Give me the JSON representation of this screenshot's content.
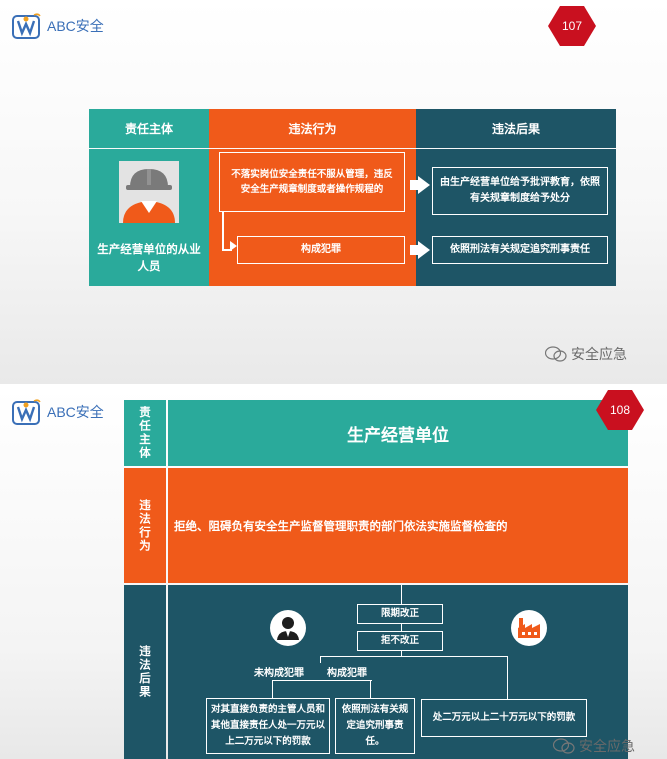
{
  "slide1": {
    "logo_text": "ABC安全",
    "page_number": "107",
    "table": {
      "headers": [
        "责任主体",
        "违法行为",
        "违法后果"
      ],
      "subject_label": "生产经营单位的从业人员",
      "acts": [
        "不落实岗位安全责任不服从管理，违反安全生产规章制度或者操作规程的",
        "构成犯罪"
      ],
      "consequences": [
        "由生产经营单位给予批评教育，依照有关规章制度给予处分",
        "依照刑法有关规定追究刑事责任"
      ]
    },
    "watermark": "安全应急",
    "colors": {
      "teal": "#2aaa9b",
      "orange": "#f05a1a",
      "dark_teal": "#1e5566"
    }
  },
  "slide2": {
    "logo_text": "ABC安全",
    "page_number": "108",
    "rows": [
      {
        "label": "责任主体",
        "content": "生产经营单位"
      },
      {
        "label": "违法行为",
        "content": "拒绝、阻碍负有安全生产监督管理职责的部门依法实施监督检查的"
      },
      {
        "label": "违法后果",
        "content": ""
      }
    ],
    "flow": {
      "step1": "限期改正",
      "step2": "拒不改正",
      "branch_left": "未构成犯罪",
      "branch_right": "构成犯罪",
      "result_persons": "对其直接负责的主管人员和其他直接责任人处一万元以上二万元以下的罚款",
      "result_criminal": "依照刑法有关规定追究刑事责任。",
      "result_unit": "处二万元以上二十万元以下的罚款"
    },
    "icons": [
      "person-icon",
      "factory-icon"
    ],
    "watermark": "安全应急"
  }
}
